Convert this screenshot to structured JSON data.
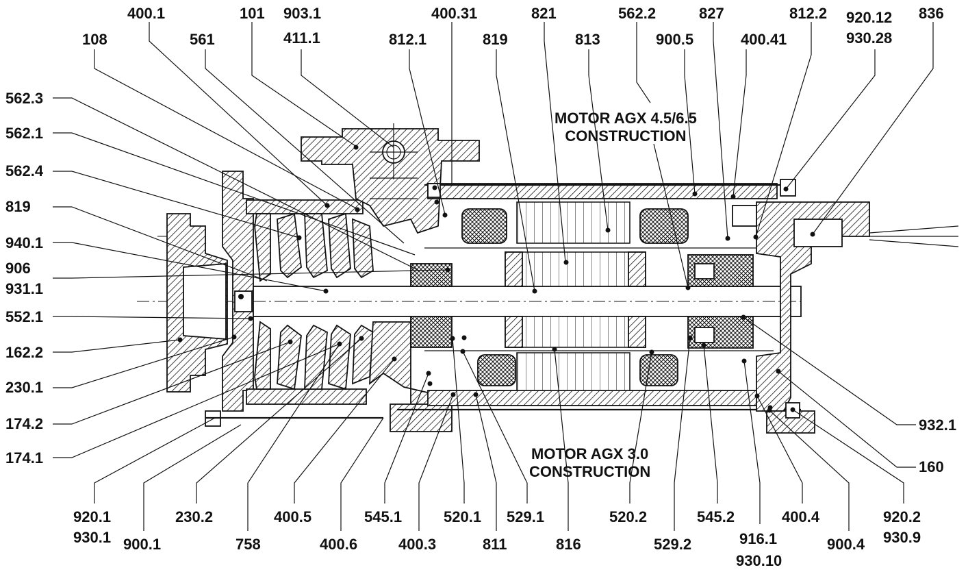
{
  "titles": {
    "motor_upper_line1": "MOTOR AGX 4.5/6.5",
    "motor_upper_line2": "CONSTRUCTION",
    "motor_lower_line1": "MOTOR AGX 3.0",
    "motor_lower_line2": "CONSTRUCTION"
  },
  "labels": {
    "l400_1": "400.1",
    "l101": "101",
    "l903_1": "903.1",
    "l411_1": "411.1",
    "l400_31": "400.31",
    "l821": "821",
    "l562_2": "562.2",
    "l827": "827",
    "l812_2": "812.2",
    "l920_12": "920.12",
    "l930_28": "930.28",
    "l836": "836",
    "l108": "108",
    "l561": "561",
    "l812_1": "812.1",
    "l819_top": "819",
    "l813": "813",
    "l900_5": "900.5",
    "l400_41": "400.41",
    "l562_3": "562.3",
    "l562_1": "562.1",
    "l562_4": "562.4",
    "l819_left": "819",
    "l940_1": "940.1",
    "l906": "906",
    "l931_1": "931.1",
    "l552_1": "552.1",
    "l162_2": "162.2",
    "l230_1": "230.1",
    "l174_2": "174.2",
    "l174_1": "174.1",
    "l932_1": "932.1",
    "l160": "160",
    "l920_1": "920.1",
    "l930_1": "930.1",
    "l900_1": "900.1",
    "l230_2": "230.2",
    "l758": "758",
    "l400_5": "400.5",
    "l400_6": "400.6",
    "l545_1": "545.1",
    "l400_3": "400.3",
    "l520_1": "520.1",
    "l811": "811",
    "l529_1": "529.1",
    "l816": "816",
    "l520_2": "520.2",
    "l529_2": "529.2",
    "l545_2": "545.2",
    "l916_1": "916.1",
    "l930_10": "930.10",
    "l400_4": "400.4",
    "l900_4": "900.4",
    "l920_2": "920.2",
    "l930_9": "930.9"
  }
}
